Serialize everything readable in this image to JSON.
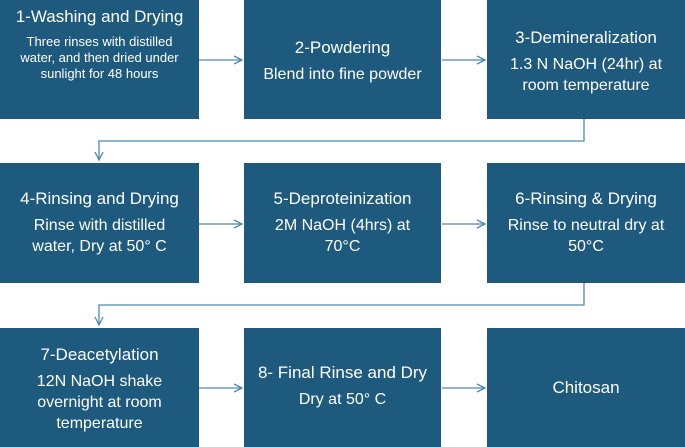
{
  "steps": [
    {
      "title": "1-Washing and Drying",
      "desc": "Three rinses with distilled water, and then dried under sunlight for 48 hours"
    },
    {
      "title": "2-Powdering",
      "desc": "Blend into fine powder"
    },
    {
      "title": "3-Demineralization",
      "desc": "1.3 N NaOH (24hr) at room temperature"
    },
    {
      "title": "4-Rinsing and Drying",
      "desc": "Rinse with distilled water, Dry at 50° C"
    },
    {
      "title": "5-Deproteinization",
      "desc": "2M NaOH (4hrs) at 70°C"
    },
    {
      "title": "6-Rinsing & Drying",
      "desc": "Rinse to neutral dry at 50°C"
    },
    {
      "title": "7-Deacetylation",
      "desc": "12N NaOH shake overnight at room temperature"
    },
    {
      "title": "8- Final Rinse and Dry",
      "desc": "Dry at 50° C"
    },
    {
      "title": "Chitosan"
    }
  ],
  "colors": {
    "box": "#1d5a7e",
    "arrow": "#4a8ab0",
    "text": "#ffffff"
  }
}
